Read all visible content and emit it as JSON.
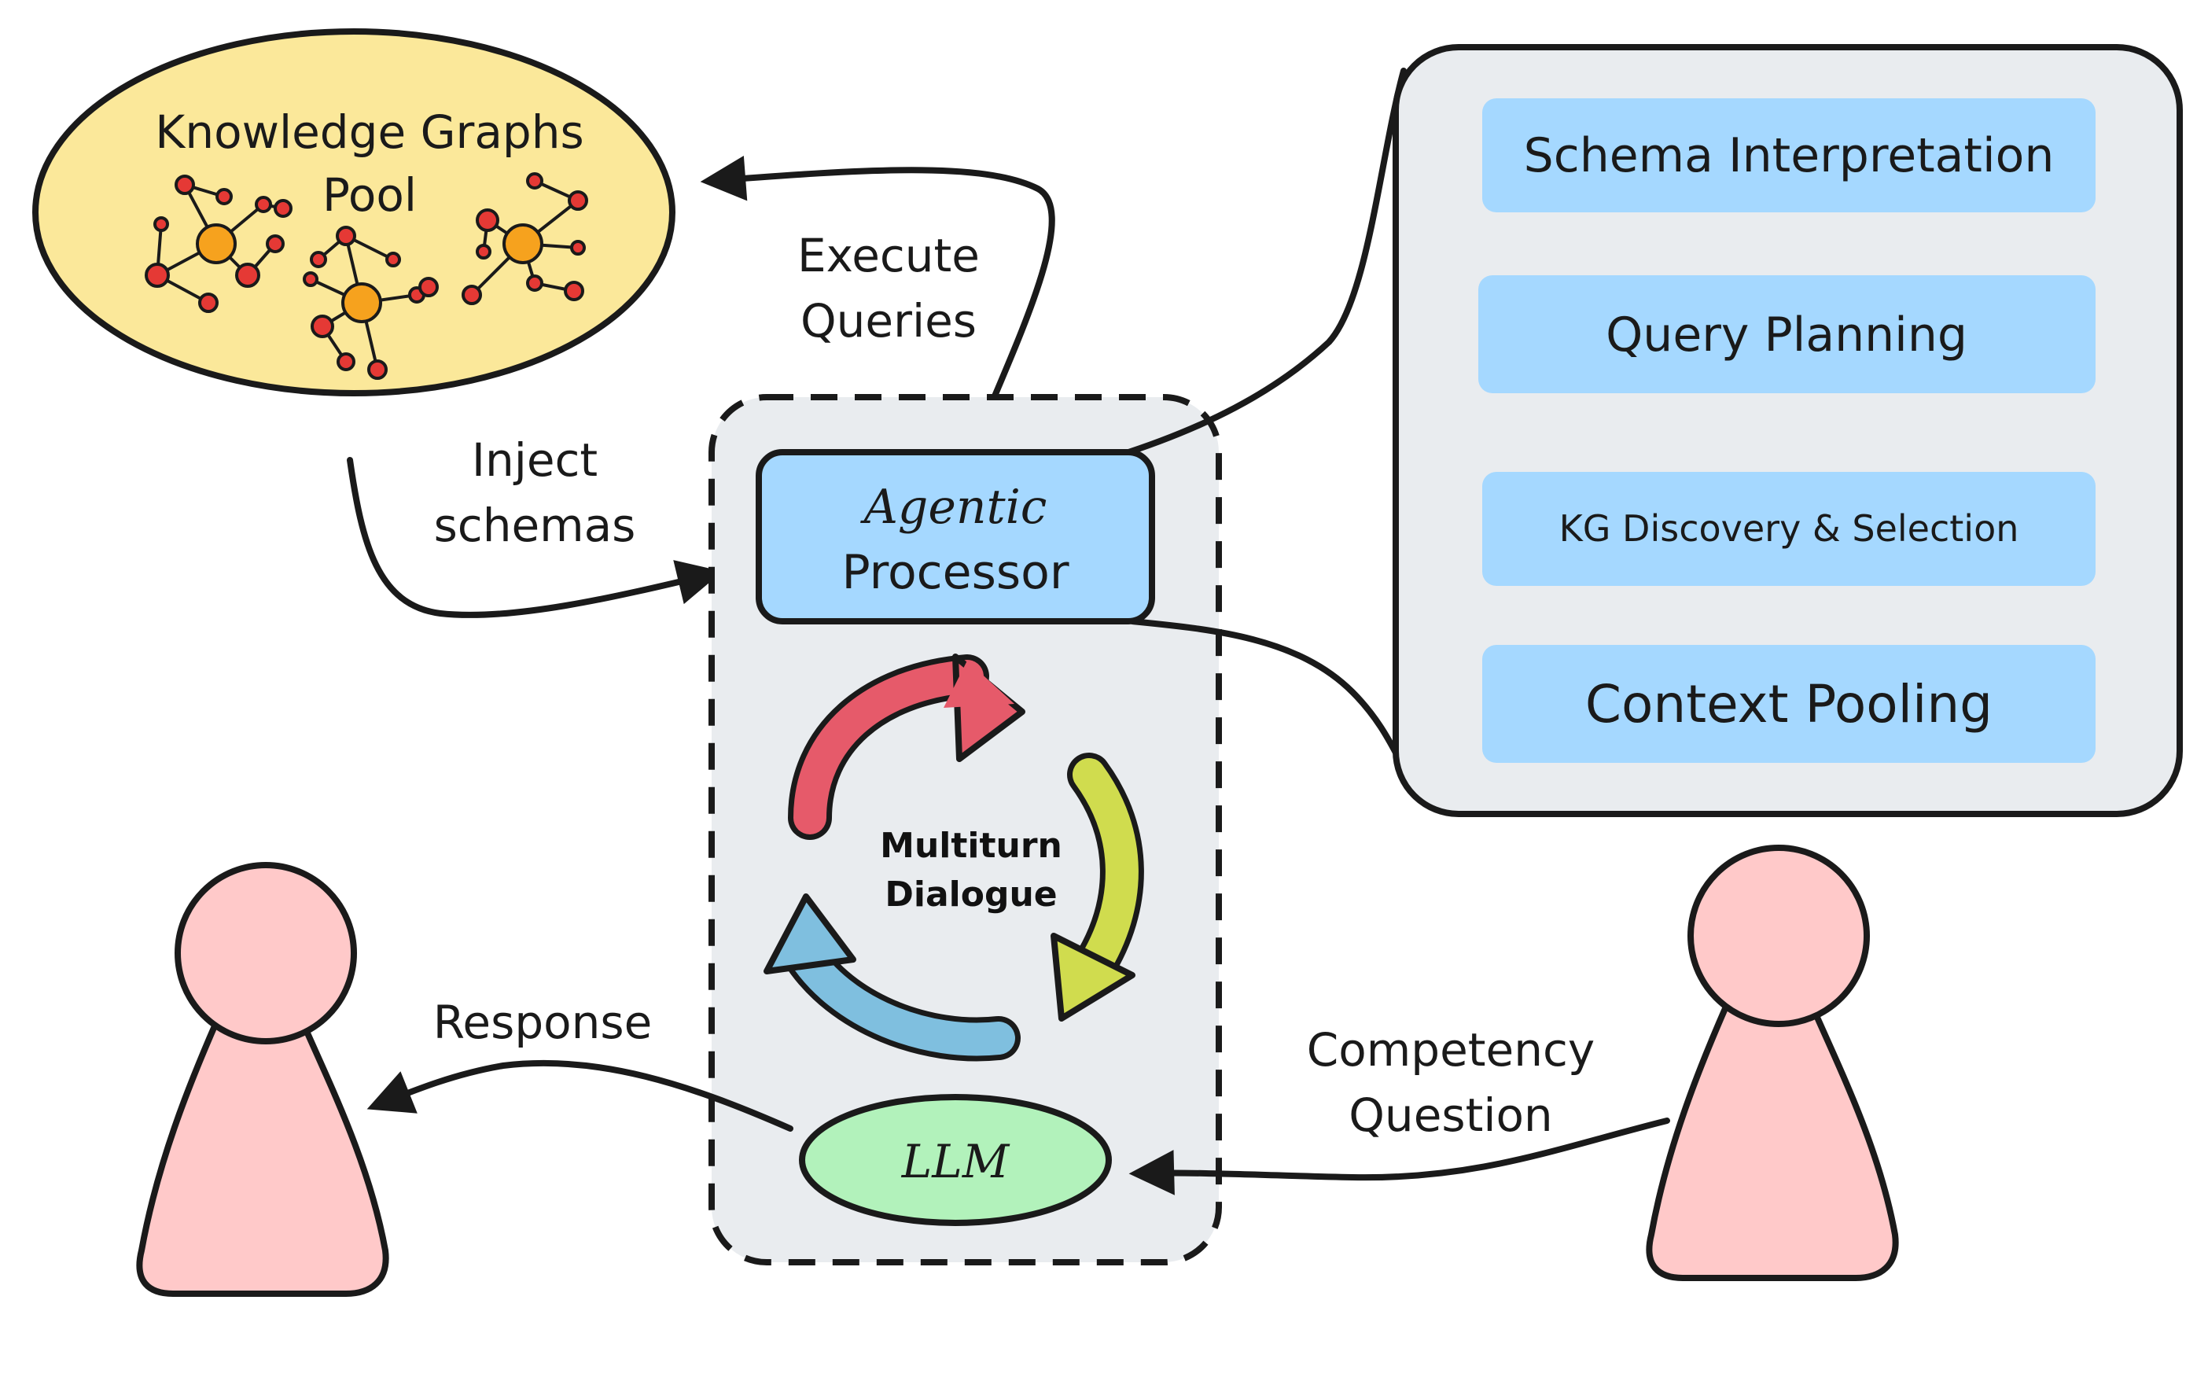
{
  "kg_pool": {
    "title_line1": "Knowledge Graphs",
    "title_line2": "Pool"
  },
  "edges": {
    "execute_line1": "Execute",
    "execute_line2": "Queries",
    "inject_line1": "Inject",
    "inject_line2": "schemas",
    "response": "Response",
    "competency_line1": "Competency",
    "competency_line2": "Question"
  },
  "agentic_processor": {
    "line1": "Agentic",
    "line2": "Processor"
  },
  "cycle": {
    "line1": "Multiturn",
    "line2": "Dialogue"
  },
  "llm": {
    "label": "LLM"
  },
  "capabilities": [
    {
      "label": "Schema Interpretation"
    },
    {
      "label": "Query Planning"
    },
    {
      "label": "KG Discovery & Selection"
    },
    {
      "label": "Context Pooling"
    }
  ],
  "colors": {
    "kg_pool_fill": "#fbe89a",
    "node_orange": "#f6a21e",
    "node_red": "#e53935",
    "container_fill": "#e9ecef",
    "processor_fill": "#a5d8ff",
    "capability_fill": "#a5d8ff",
    "llm_fill": "#b2f2bb",
    "person_fill": "#ffc9c9",
    "arrow_red": "#e65a6a",
    "arrow_yellow": "#d0dc4e",
    "arrow_blue": "#7fbfdf"
  }
}
